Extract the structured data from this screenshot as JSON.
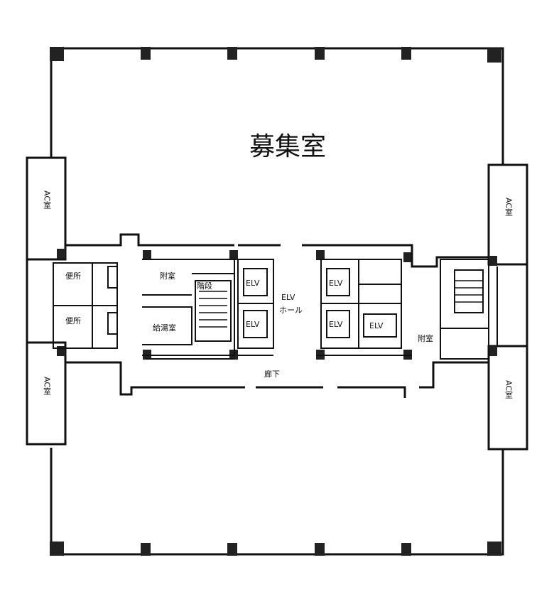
{
  "plan": {
    "title": "募集室",
    "rooms": {
      "ac_left_top": "AC室",
      "ac_left_bottom": "AC室",
      "ac_right_top": "AC室",
      "ac_right_bottom": "AC室",
      "toilet_upper": "便所",
      "toilet_lower": "便所",
      "annex_left": "附室",
      "kitchenette": "給湯室",
      "stairs": "階段",
      "elv_hall_1": "ELV",
      "elv_hall_2": "ホール",
      "corridor": "廊下",
      "annex_right": "附室",
      "elevators": [
        "ELV",
        "ELV",
        "ELV",
        "ELV",
        "ELV"
      ]
    }
  }
}
